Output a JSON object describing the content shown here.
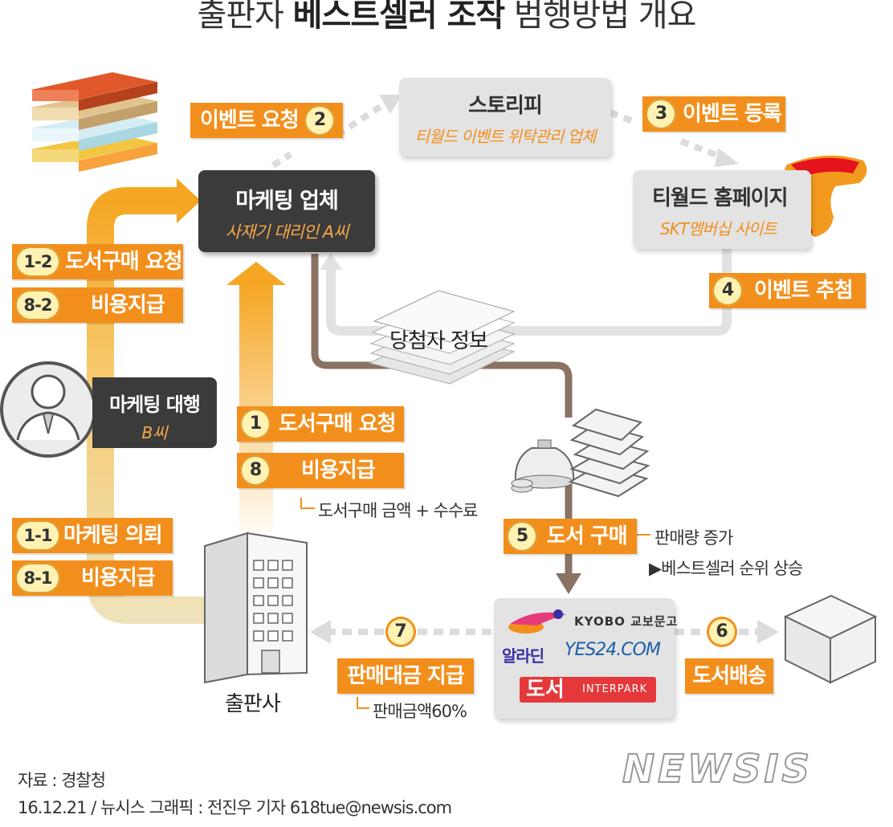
{
  "title": {
    "prefix": "출판자 ",
    "bold": "베스트셀러 조작",
    "suffix": " 범행방법 개요"
  },
  "nodes": {
    "storypi": {
      "name": "스토리피",
      "desc": "티월드 이벤트 위탁관리 업체"
    },
    "marketing_company": {
      "name": "마케팅 업체",
      "desc": "사재기 대리인 A씨"
    },
    "tworld": {
      "name": "티월드 홈페이지",
      "desc": "SKT멤버십 사이트"
    },
    "agent": {
      "name": "마케팅 대행",
      "desc": "B씨"
    },
    "winner_info": "당첨자 정보",
    "publisher": "출판사",
    "stores": {
      "aladin": "알라딘",
      "kyobo": "KYOBO 교보문고",
      "yes24": "YES24.COM",
      "interpark_book": "도서",
      "interpark": "INTERPARK"
    }
  },
  "steps": [
    {
      "badge": "2",
      "label": "이벤트 요청"
    },
    {
      "badge": "3",
      "label": "이벤트 등록"
    },
    {
      "badge": "1-2",
      "label": "도서구매 요청"
    },
    {
      "badge": "8-2",
      "label": "비용지급"
    },
    {
      "badge": "4",
      "label": "이벤트 추첨"
    },
    {
      "badge": "1",
      "label": "도서구매 요청"
    },
    {
      "badge": "8",
      "label": "비용지급"
    },
    {
      "badge": "1-1",
      "label": "마케팅 의뢰"
    },
    {
      "badge": "8-1",
      "label": "비용지급"
    },
    {
      "badge": "5",
      "label": "도서 구매"
    },
    {
      "badge": "7",
      "label": "판매대금 지급"
    },
    {
      "badge": "6",
      "label": "도서배송"
    }
  ],
  "notes": {
    "fee": "도서구매 금액 + 수수료",
    "sales_up": "판매량 증가",
    "rank_up": "▶베스트셀러 순위 상승",
    "ratio": "판매금액60%"
  },
  "footer": {
    "source": "자료 : 경찰청",
    "credit": "16.12.21 / 뉴시스 그래픽 : 전진우 기자 618tue@newsis.com",
    "logo": "NEWSIS"
  },
  "colors": {
    "orange": "#f28f1c",
    "badge_fill": "#fff2b3",
    "dark_box": "#3b3b3b",
    "gray_box": "#e3e3e3",
    "brown_arrow": "#8a7264"
  }
}
